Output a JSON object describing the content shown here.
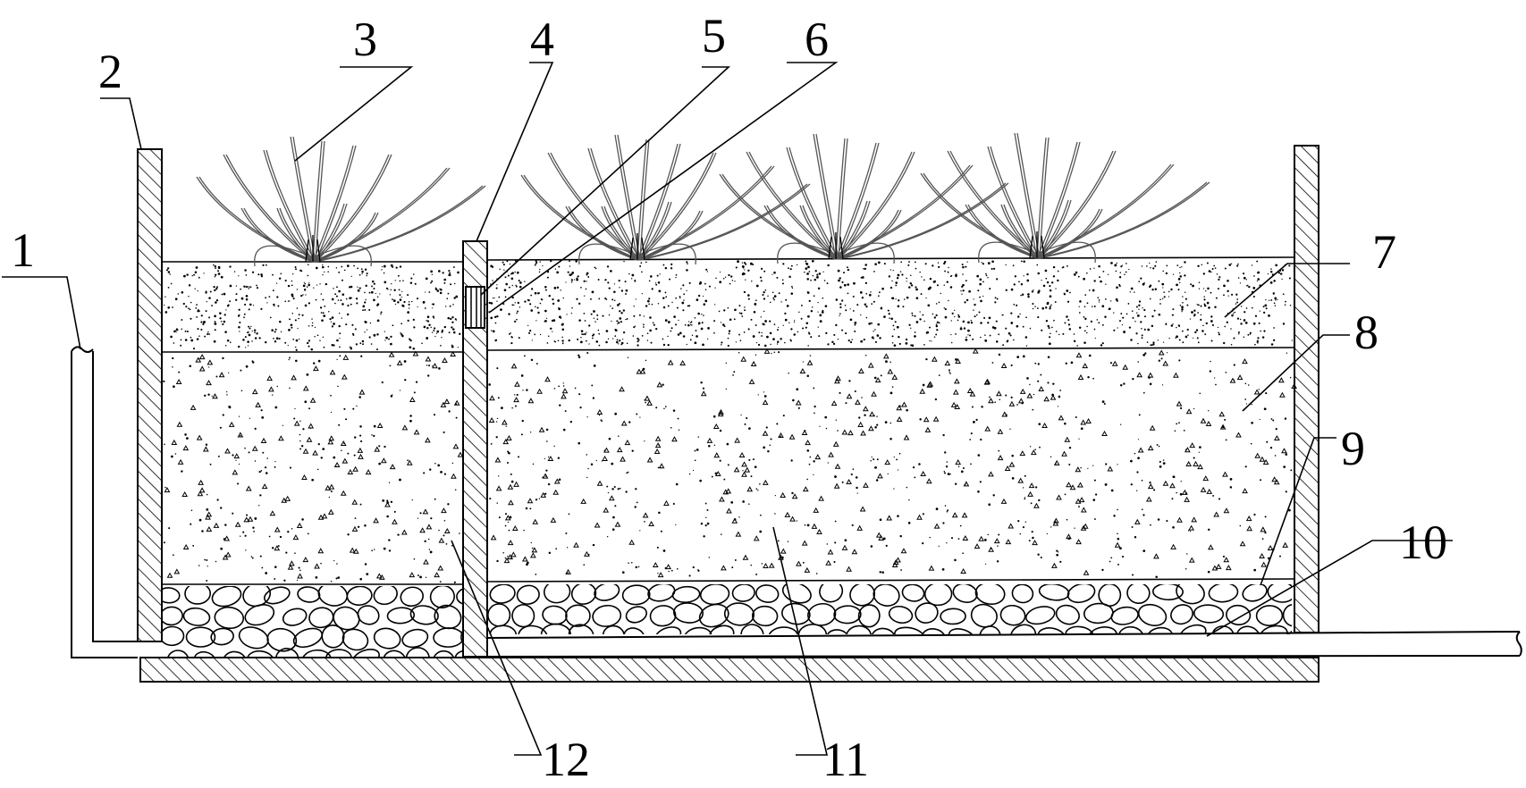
{
  "diagram": {
    "labels": {
      "l1": "1",
      "l2": "2",
      "l3": "3",
      "l4": "4",
      "l5": "5",
      "l6": "6",
      "l7": "7",
      "l8": "8",
      "l9": "9",
      "l10": "10",
      "l11": "11",
      "l12": "12"
    },
    "colors": {
      "line": "#000000",
      "background": "#ffffff",
      "plant": "#555555"
    },
    "icons": {
      "plant": "plant-icon"
    }
  }
}
